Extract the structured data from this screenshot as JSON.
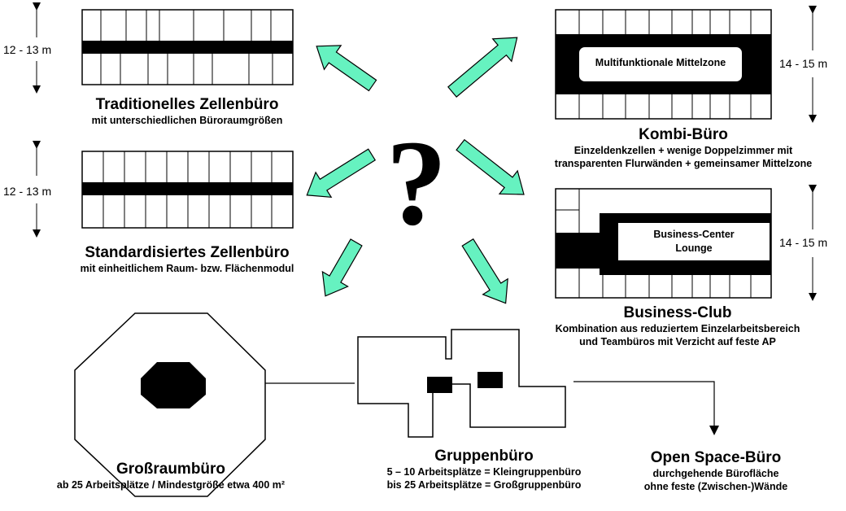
{
  "question_mark": "?",
  "traditional": {
    "title": "Traditionelles Zellenbüro",
    "subtitle": "mit unterschiedlichen Büroraumgrößen",
    "dimension": "12 - 13 m"
  },
  "standardized": {
    "title": "Standardisiertes Zellenbüro",
    "subtitle": "mit einheitlichem Raum- bzw. Flächenmodul",
    "dimension": "12 - 13 m"
  },
  "kombi": {
    "title": "Kombi-Büro",
    "subtitle_lines": [
      "Einzeldenkzellen + wenige Doppelzimmer  mit",
      "transparenten Flurwänden + gemeinsamer Mittelzone"
    ],
    "zone_label": "Multifunktionale Mittelzone",
    "dimension": "14 - 15 m"
  },
  "business_club": {
    "title": "Business-Club",
    "subtitle_lines": [
      "Kombination aus reduziertem Einzelarbeitsbereich",
      "und Teambüros mit Verzicht auf feste AP"
    ],
    "lounge_lines": [
      "Business-Center",
      "Lounge"
    ],
    "dimension": "14 - 15 m"
  },
  "grossraum": {
    "title": "Großraumbüro",
    "subtitle": "ab 25 Arbeitsplätze / Mindestgröße etwa 400 m²"
  },
  "gruppen": {
    "title": "Gruppenbüro",
    "lines": [
      {
        "left": "5 – 10 Arbeitsplätze",
        "right": "= Kleingruppenbüro"
      },
      {
        "left": "bis 25 Arbeitsplätze",
        "right": "= Großgruppenbüro"
      }
    ]
  },
  "open_space": {
    "title": "Open Space-Büro",
    "subtitle_lines": [
      "durchgehende Bürofläche",
      "ohne feste (Zwischen-)Wände"
    ]
  },
  "colors": {
    "arrow_fill": "#66f2c0",
    "stroke": "#000000"
  }
}
